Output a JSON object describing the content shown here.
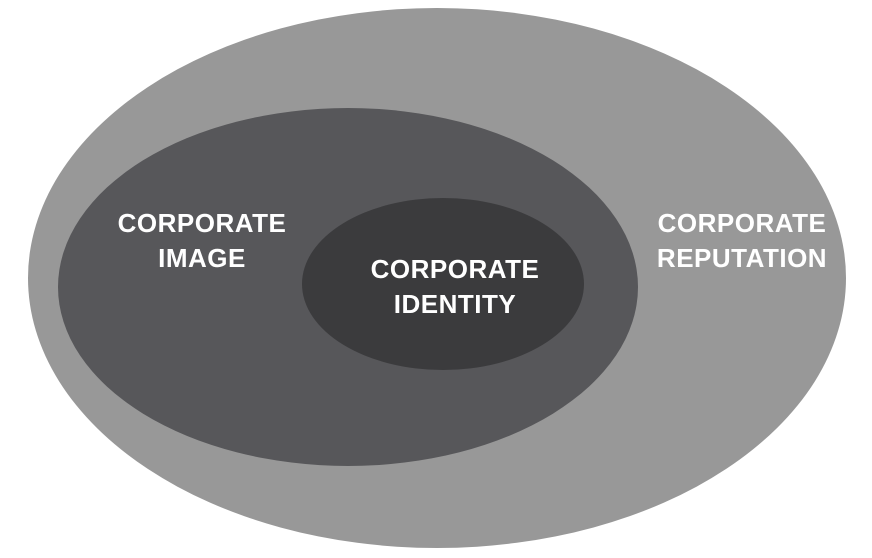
{
  "diagram": {
    "type": "nested-ellipses",
    "background_color": "#ffffff",
    "text_color": "#ffffff",
    "rings": [
      {
        "id": "outer",
        "label": "CORPORATE\nREPUTATION",
        "color": "#989898",
        "label_position": "right"
      },
      {
        "id": "middle",
        "label": "CORPORATE\nIMAGE",
        "color": "#57575a",
        "label_position": "left"
      },
      {
        "id": "inner",
        "label": "CORPORATE\nIDENTITY",
        "color": "#3b3b3d",
        "label_position": "center"
      }
    ]
  }
}
